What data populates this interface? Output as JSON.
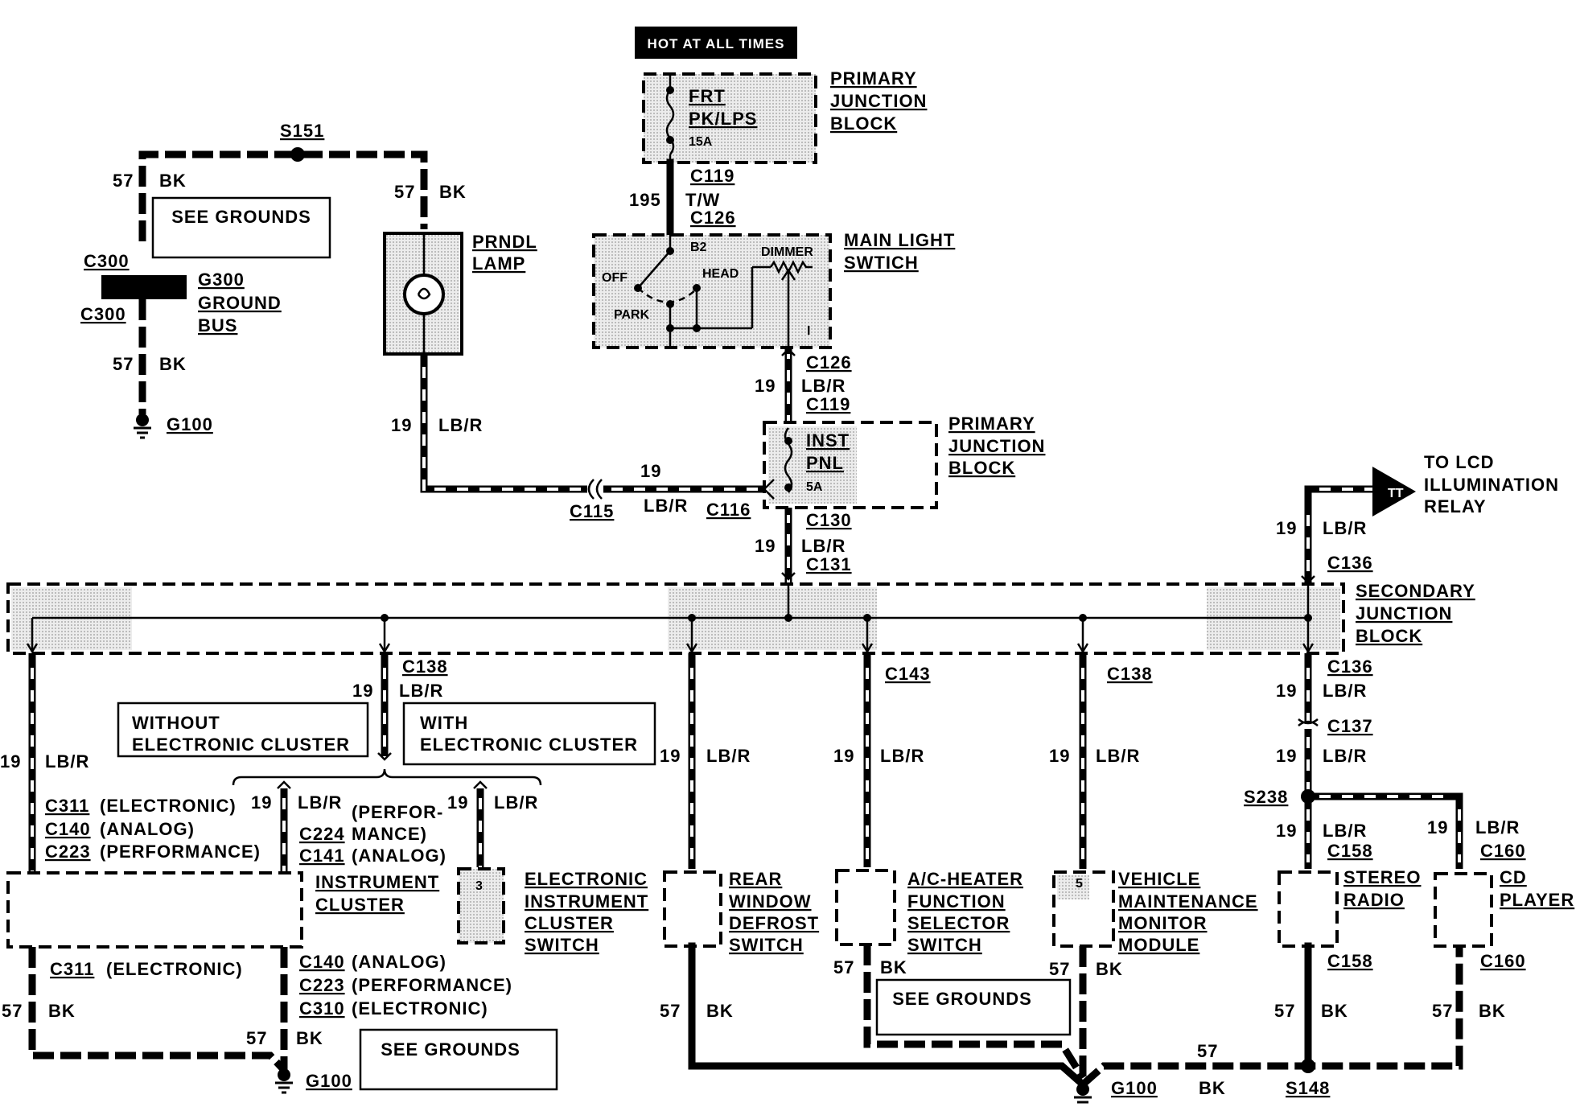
{
  "labels": {
    "hot_at_all_times": "HOT AT ALL TIMES",
    "pjb_top_1": "PRIMARY",
    "pjb_top_2": "JUNCTION",
    "pjb_top_3": "BLOCK",
    "fuse_frt_1": "FRT",
    "fuse_frt_2": "PK/LPS",
    "fuse_frt_amp": "15A",
    "c119_top": "C119",
    "w195": "195",
    "tw": "T/W",
    "c126_top": "C126",
    "mls_1": "MAIN LIGHT",
    "mls_2": "SWTICH",
    "b2": "B2",
    "off": "OFF",
    "head": "HEAD",
    "dimmer": "DIMMER",
    "park": "PARK",
    "i_term": "I",
    "c126_mid": "C126",
    "w19_mid": "19",
    "lbr_mid": "LB/R",
    "c119_mid": "C119",
    "pjb_mid_1": "PRIMARY",
    "pjb_mid_2": "JUNCTION",
    "pjb_mid_3": "BLOCK",
    "fuse_inst_1": "INST",
    "fuse_inst_2": "PNL",
    "fuse_inst_amp": "5A",
    "c130": "C130",
    "w19_c130": "19",
    "lbr_c130": "LB/R",
    "c131": "C131",
    "s151": "S151",
    "w57_tl": "57",
    "bk_tl": "BK",
    "see_grounds_1": "SEE GROUNDS",
    "c300_a": "C300",
    "c300_b": "C300",
    "g300_1": "G300",
    "g300_2": "GROUND",
    "g300_3": "BUS",
    "w57_tl2": "57",
    "bk_tl2": "BK",
    "g100_tl": "G100",
    "w57_prndl": "57",
    "bk_prndl": "BK",
    "prndl_1": "PRNDL",
    "prndl_2": "LAMP",
    "w19_prndl": "19",
    "lbr_prndl": "LB/R",
    "w19_horiz": "19",
    "lbr_horiz": "LB/R",
    "c115": "C115",
    "c116": "C116",
    "to_lcd_1": "TO LCD",
    "to_lcd_2": "ILLUMINATION",
    "to_lcd_3": "RELAY",
    "tt": "TT",
    "w19_lcd": "19",
    "lbr_lcd": "LB/R",
    "c136_top": "C136",
    "sjb_1": "SECONDARY",
    "sjb_2": "JUNCTION",
    "sjb_3": "BLOCK",
    "c138_l": "C138",
    "w19_c138l": "19",
    "lbr_c138l": "LB/R",
    "without_1": "WITHOUT",
    "without_2": "ELECTRONIC CLUSTER",
    "with_1": "WITH",
    "with_2": "ELECTRONIC CLUSTER",
    "w19_far": "19",
    "lbr_far": "LB/R",
    "w19_perf": "19",
    "lbr_perf": "LB/R",
    "w19_eics": "19",
    "lbr_eics": "LB/R",
    "c311_a": "C311",
    "c311_a_t": "(ELECTRONIC)",
    "c140_a": "C140",
    "c140_a_t": "(ANALOG)",
    "c223_a": "C223",
    "c223_a_t": "(PERFORMANCE)",
    "perf_1": "(PERFOR-",
    "c224": "C224",
    "perf_2": "MANCE)",
    "c141": "C141",
    "c141_t": "(ANALOG)",
    "ic_1": "INSTRUMENT",
    "ic_2": "CLUSTER",
    "eics_pin": "3",
    "eics_1": "ELECTRONIC",
    "eics_2": "INSTRUMENT",
    "eics_3": "CLUSTER",
    "eics_4": "SWITCH",
    "c311_b": "C311",
    "c311_b_t": "(ELECTRONIC)",
    "c140_b": "C140",
    "c140_b_t": "(ANALOG)",
    "c223_b": "C223",
    "c223_b_t": "(PERFORMANCE)",
    "c310": "C310",
    "c310_t": "(ELECTRONIC)",
    "w57_ic_l": "57",
    "bk_ic_l": "BK",
    "w57_ic_r": "57",
    "bk_ic_r": "BK",
    "see_grounds_2": "SEE GROUNDS",
    "g100_bl": "G100",
    "w19_rw": "19",
    "lbr_rw": "LB/R",
    "rw_1": "REAR",
    "rw_2": "WINDOW",
    "rw_3": "DEFROST",
    "rw_4": "SWITCH",
    "w57_rw": "57",
    "bk_rw": "BK",
    "c143": "C143",
    "w19_ac": "19",
    "lbr_ac": "LB/R",
    "ac_1": "A/C-HEATER",
    "ac_2": "FUNCTION",
    "ac_3": "SELECTOR",
    "ac_4": "SWITCH",
    "w57_ac": "57",
    "bk_ac": "BK",
    "see_grounds_3": "SEE GROUNDS",
    "c138_r": "C138",
    "w19_vmm": "19",
    "lbr_vmm": "LB/R",
    "vmm_pin": "5",
    "vmm_1": "VEHICLE",
    "vmm_2": "MAINTENANCE",
    "vmm_3": "MONITOR",
    "vmm_4": "MODULE",
    "w57_vmm": "57",
    "bk_vmm": "BK",
    "g100_bc": "G100",
    "w57_bot": "57",
    "bk_bot": "BK",
    "s148": "S148",
    "c136_b": "C136",
    "w19_c136": "19",
    "lbr_c136": "LB/R",
    "c137": "C137",
    "w19_c137": "19",
    "lbr_c137": "LB/R",
    "s238": "S238",
    "w19_st": "19",
    "lbr_st": "LB/R",
    "c158_t": "C158",
    "stereo_1": "STEREO",
    "stereo_2": "RADIO",
    "c158_b": "C158",
    "w57_st": "57",
    "bk_st": "BK",
    "w19_cd": "19",
    "lbr_cd": "LB/R",
    "c160_t": "C160",
    "cd_1": "CD",
    "cd_2": "PLAYER",
    "c160_b": "C160",
    "w57_cd": "57",
    "bk_cd": "BK"
  }
}
